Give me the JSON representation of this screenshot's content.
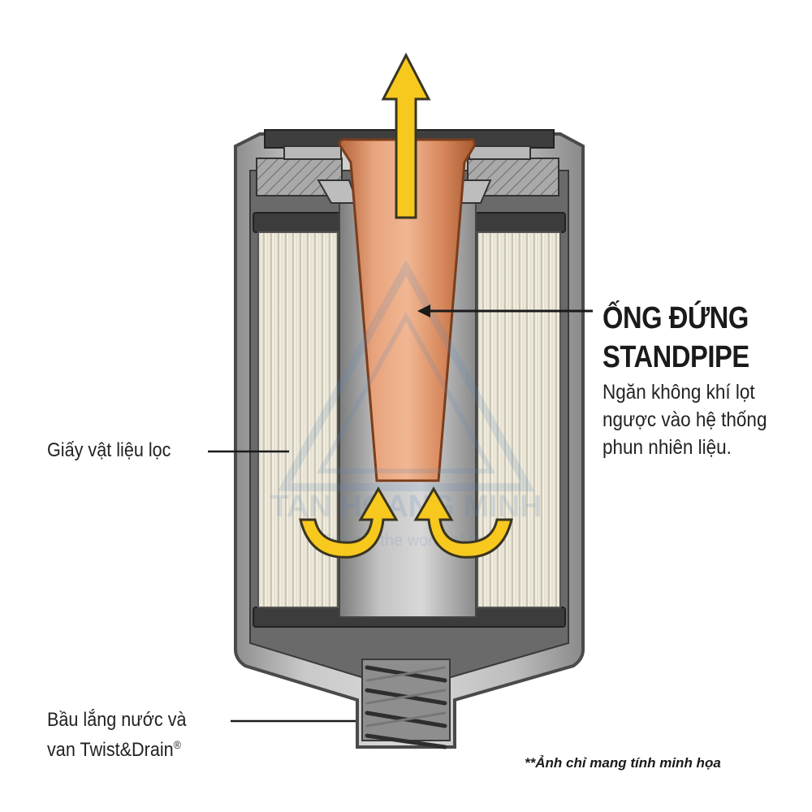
{
  "callouts": {
    "standpipe": {
      "title_vi": "ỐNG ĐỨNG",
      "title_en": "STANDPIPE",
      "desc_lines": [
        "Ngăn không khí lọt",
        "ngược vào hệ thống",
        "phun nhiên liệu."
      ]
    },
    "filter_paper": "Giấy vật liệu lọc",
    "water_bowl": {
      "line1": "Bầu lắng nước và",
      "line2": "van Twist&Drain",
      "mark": "®"
    }
  },
  "note": "**Ảnh chỉ mang tính minh họa",
  "watermark": {
    "line1": "TAN HOANG MINH",
    "line2": "Explore the world of tire"
  },
  "colors": {
    "arrow": "#f7c81e",
    "arrow_outline": "#3a3520",
    "copper": "#d9875a",
    "housing": "#9a9a9a",
    "media": "#f3efe2",
    "dark": "#3c3c3c"
  }
}
